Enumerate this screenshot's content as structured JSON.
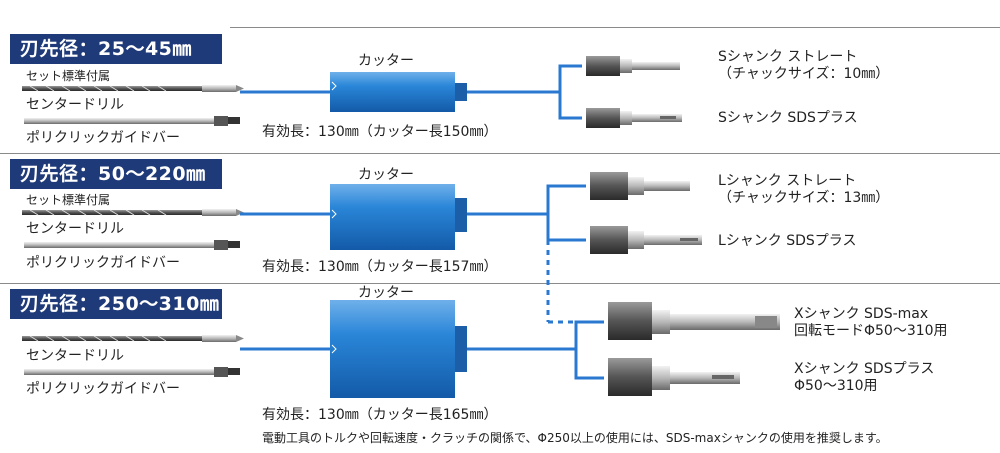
{
  "sections": [
    {
      "header": "刃先径：25～45㎜",
      "tools": {
        "set_label": "セット標準付属",
        "center_drill": "センタードリル",
        "guide_bar": "ポリクリックガイドバー"
      },
      "cutter_label": "カッター",
      "effective_length": "有効長：130㎜（カッター長150㎜）",
      "shanks": [
        {
          "text": "Sシャンク ストレート\n（チャックサイズ：10㎜）"
        },
        {
          "text": "Sシャンク SDSプラス"
        }
      ]
    },
    {
      "header": "刃先径：50～220㎜",
      "tools": {
        "set_label": "セット標準付属",
        "center_drill": "センタードリル",
        "guide_bar": "ポリクリックガイドバー"
      },
      "cutter_label": "カッター",
      "effective_length": "有効長：130㎜（カッター長157㎜）",
      "shanks": [
        {
          "text": "Lシャンク ストレート\n（チャックサイズ：13㎜）"
        },
        {
          "text": "Lシャンク SDSプラス"
        }
      ]
    },
    {
      "header": "刃先径：250～310㎜",
      "tools": {
        "center_drill": "センタードリル",
        "guide_bar": "ポリクリックガイドバー"
      },
      "cutter_label": "カッター",
      "effective_length": "有効長：130㎜（カッター長165㎜）",
      "shanks": [
        {
          "text": "Xシャンク SDS-max\n回転モードΦ50～310用"
        },
        {
          "text": "Xシャンク SDSプラス\nΦ50～310用"
        }
      ]
    }
  ],
  "footnote": "電動工具のトルクや回転速度・クラッチの関係で、Φ250以上の使用には、SDS-maxシャンクの使用を推奨します。",
  "colors": {
    "header_bg": "#1f3a78",
    "cutter_blue": "#1e73c8",
    "line_blue": "#2a78d0"
  }
}
